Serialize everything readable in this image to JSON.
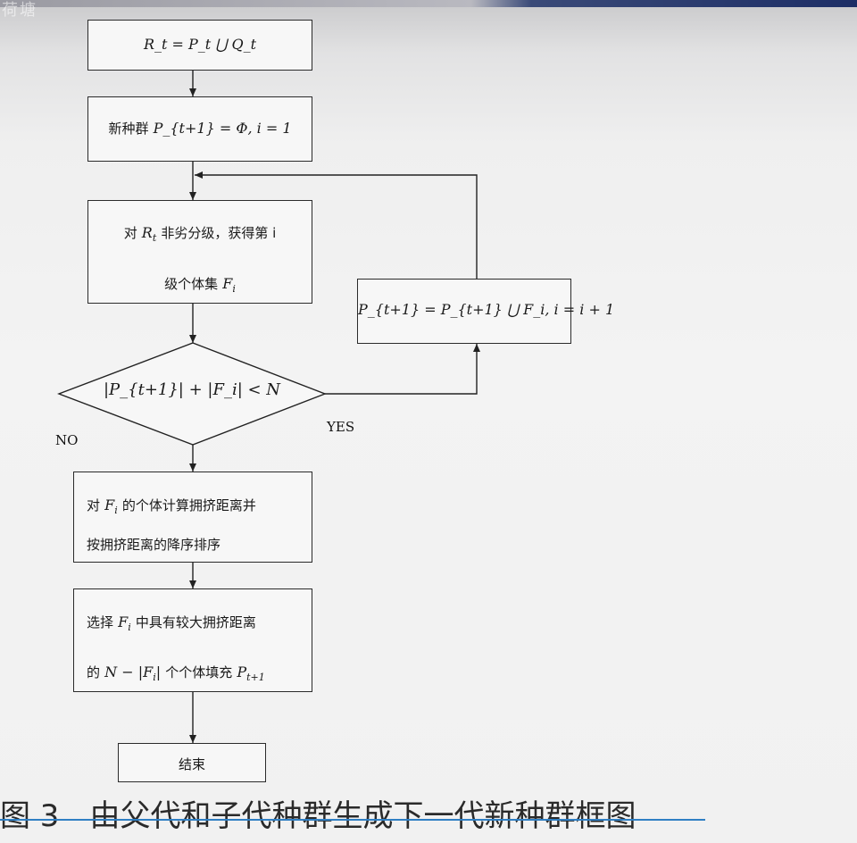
{
  "watermark": "荷塘",
  "nodes": {
    "n1": "R_t = P_t ⋃ Q_t",
    "n2_prefix": "新种群",
    "n2_math": "P_{t+1} = Φ, i = 1",
    "n3_line1_prefix": "对",
    "n3_line1_suffix": "非劣分级，获得第 i",
    "n3_line2_prefix": "级个体集",
    "n4": "P_{t+1} = P_{t+1} ⋃ F_i, i = i + 1",
    "decision": "|P_{t+1}| + |F_i| < N",
    "n5_line1_prefix": "对",
    "n5_line1_suffix": "的个体计算拥挤距离并",
    "n5_line2": "按拥挤距离的降序排序",
    "n6_line1_prefix": "选择",
    "n6_line1_suffix": "中具有较大拥挤距离",
    "n6_line2_prefix": "的",
    "n6_line2_suffix": "个个体填充",
    "end": "结束"
  },
  "labels": {
    "no": "NO",
    "yes": "YES"
  },
  "caption": {
    "number": "图 3",
    "text": "由父代和子代种群生成下一代新种群框图"
  }
}
